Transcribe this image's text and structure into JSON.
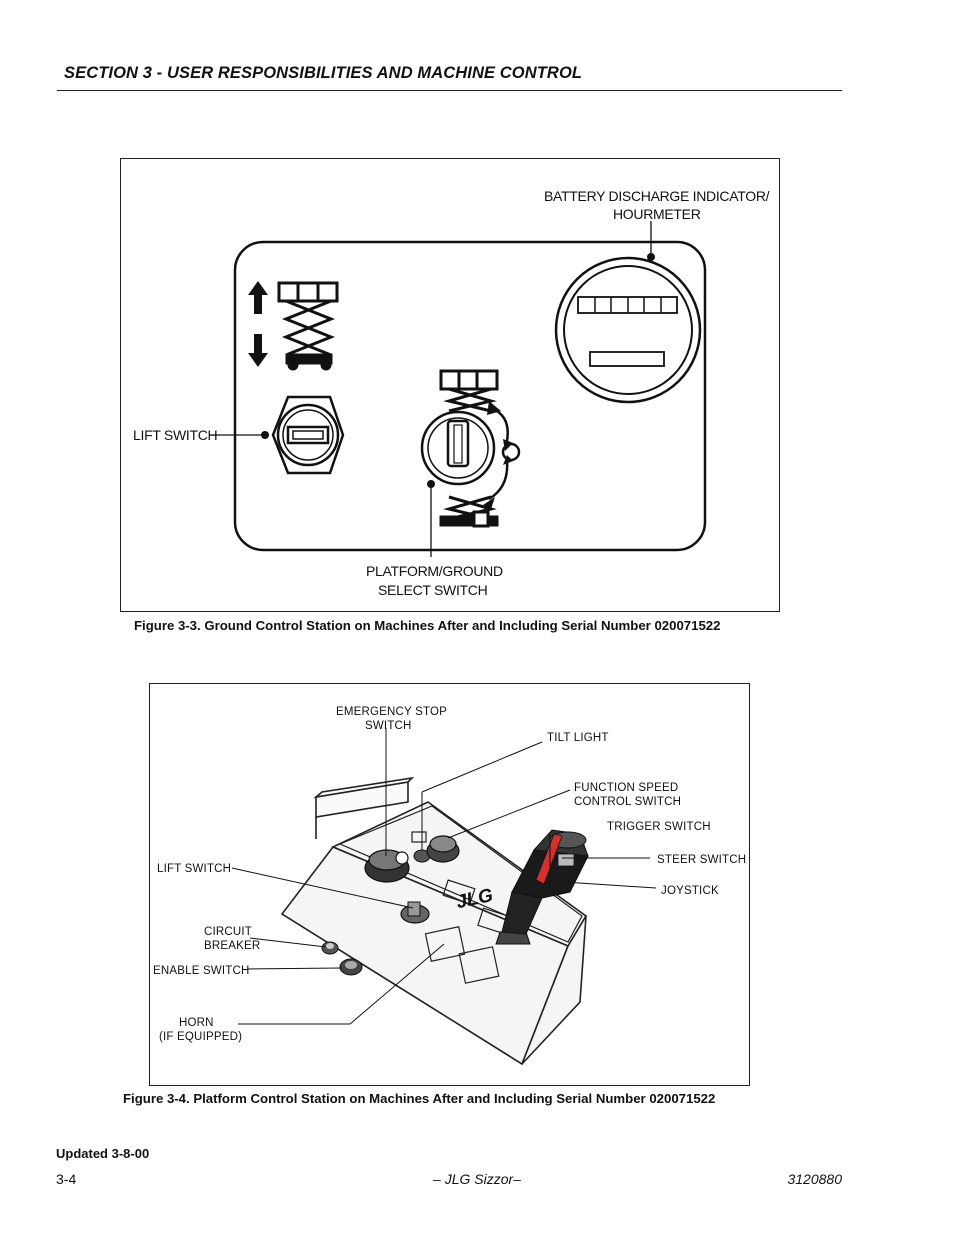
{
  "header": {
    "section_title": "SECTION 3 - USER RESPONSIBILITIES AND MACHINE CONTROL"
  },
  "figure3": {
    "caption": "Figure 3-3.  Ground Control Station on Machines After and Including Serial Number 020071522",
    "labels": {
      "battery_line1": "BATTERY DISCHARGE INDICATOR/",
      "battery_line2": "HOURMETER",
      "lift_switch": "LIFT SWITCH",
      "select_line1": "PLATFORM/GROUND",
      "select_line2": "SELECT SWITCH"
    }
  },
  "figure4": {
    "caption": "Figure 3-4.  Platform Control Station on Machines After and Including Serial Number 020071522",
    "labels": {
      "estop_line1": "EMERGENCY STOP",
      "estop_line2": "SWITCH",
      "tilt_light": "TILT LIGHT",
      "speed_line1": "FUNCTION SPEED",
      "speed_line2": "CONTROL SWITCH",
      "trigger_switch": "TRIGGER SWITCH",
      "steer_switch": "STEER SWITCH",
      "joystick": "JOYSTICK",
      "lift_switch": "LIFT SWITCH",
      "breaker_line1": "CIRCUIT",
      "breaker_line2": "BREAKER",
      "enable_switch": "ENABLE SWITCH",
      "horn_line1": "HORN",
      "horn_line2": "(IF EQUIPPED)",
      "logo": "JLG"
    }
  },
  "footer": {
    "updated": "Updated 3-8-00",
    "page": "3-4",
    "center": "– JLG Sizzor–",
    "doc_number": "3120880"
  }
}
